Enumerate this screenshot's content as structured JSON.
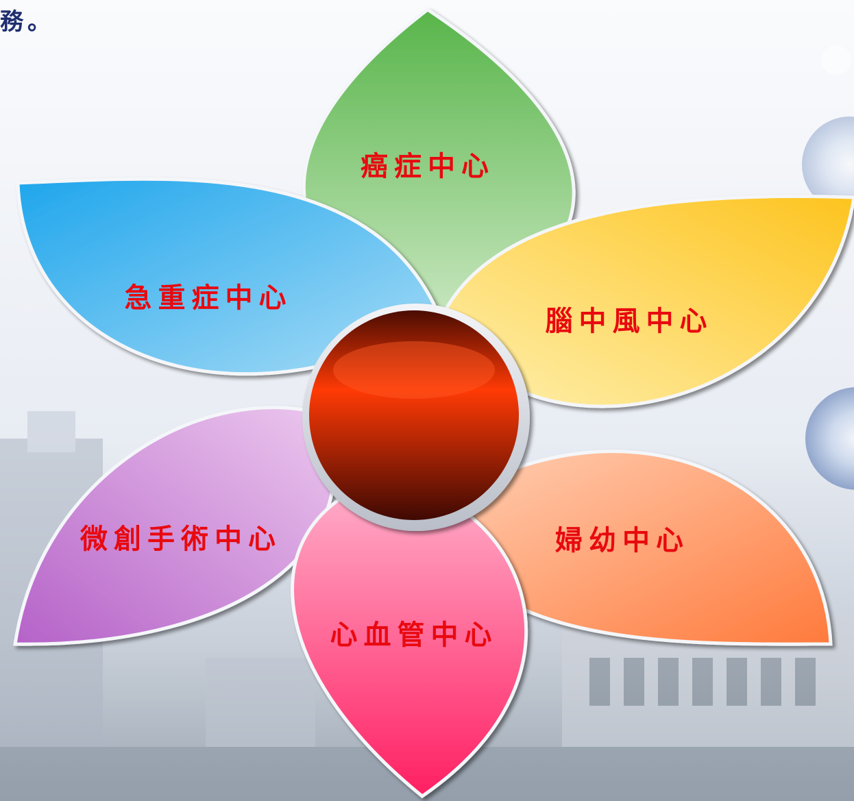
{
  "top_text": "務。",
  "colors": {
    "label_text": "#e8090f",
    "center_dark": "#4a0c02",
    "center_bright": "#ff3a05"
  },
  "petals": [
    {
      "key": "cancer",
      "label": "癌症中心",
      "color_start": "#58b54a",
      "color_end": "#c8e6bf"
    },
    {
      "key": "critical-care",
      "label": "急重症中心",
      "color_start": "#1fa6ec",
      "color_end": "#a9dcf6"
    },
    {
      "key": "stroke",
      "label": "腦中風中心",
      "color_start": "#fdc41f",
      "color_end": "#fff0b0"
    },
    {
      "key": "minimally-invasive-surgery",
      "label": "微創手術中心",
      "color_start": "#b562c8",
      "color_end": "#ecc8ee"
    },
    {
      "key": "women-children",
      "label": "婦幼中心",
      "color_start": "#ff7a3c",
      "color_end": "#ffd1b6"
    },
    {
      "key": "cardiovascular",
      "label": "心血管中心",
      "color_start": "#ff1f62",
      "color_end": "#ffb1cc"
    }
  ]
}
